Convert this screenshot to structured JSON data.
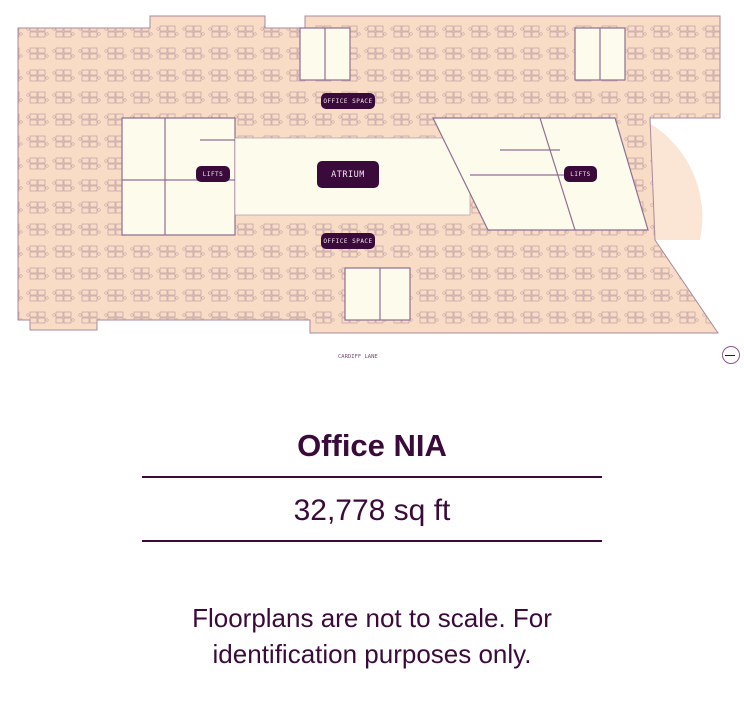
{
  "floorplan": {
    "labels": {
      "office_space_top": "OFFICE SPACE",
      "office_space_bottom": "OFFICE SPACE",
      "atrium": "ATRIUM",
      "lifts_left": "LIFTS",
      "lifts_right": "LIFTS"
    },
    "street": "CARDIFF LANE",
    "colors": {
      "floor": "#f8dcc6",
      "core": "#fdfcec",
      "wall": "#9a7a9a",
      "label_bg": "#3a0b3a"
    }
  },
  "summary": {
    "title": "Office NIA",
    "area": "32,778 sq ft",
    "note": "Floorplans are not to scale. For identification purposes only."
  }
}
